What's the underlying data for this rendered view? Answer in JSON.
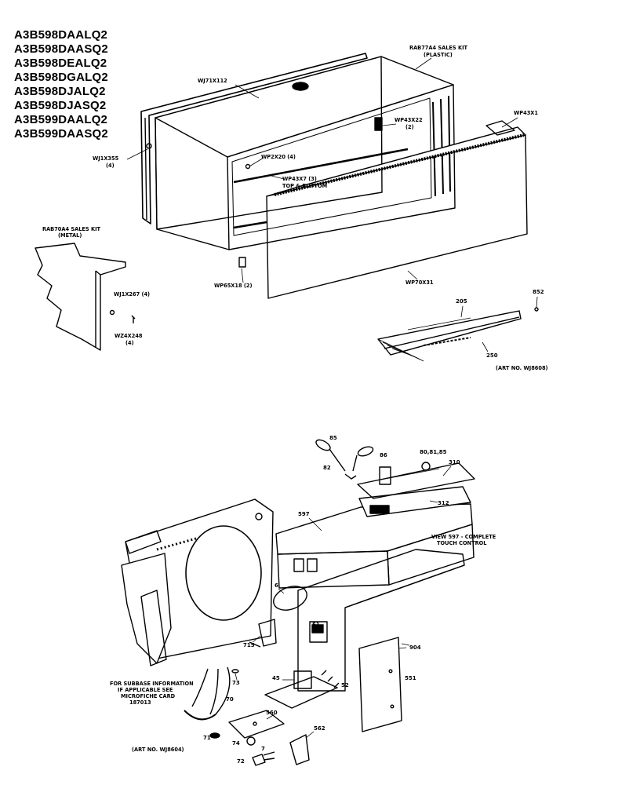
{
  "models": [
    "A3B598DAALQ2",
    "A3B598DAASQ2",
    "A3B598DEALQ2",
    "A3B598DGALQ2",
    "A3B598DJALQ2",
    "A3B598DJASQ2",
    "A3B599DAALQ2",
    "A3B599DAASQ2"
  ],
  "top_labels": {
    "sales_kit_plastic_1": "RAB77A4 SALES KIT",
    "sales_kit_plastic_2": "(PLASTIC)",
    "wj71": "WJ71X112",
    "wp43x1": "WP43X1",
    "wp43x22_1": "WP43X22",
    "wp43x22_2": "(2)",
    "wj1x355_1": "WJ1X355",
    "wj1x355_2": "(4)",
    "wp2x20": "WP2X20 (4)",
    "wp43x7_1": "WP43X7 (3)",
    "wp43x7_2": "TOP & BOTTOM",
    "sales_kit_metal_1": "RAB70A4 SALES KIT",
    "sales_kit_metal_2": "(METAL)",
    "wj1x267": "WJ1X267 (4)",
    "wz4x248_1": "WZ4X248",
    "wz4x248_2": "(4)",
    "wp65x18": "WP65X18 (2)",
    "wp70x31": "WP70X31",
    "n852": "852",
    "n205": "205",
    "n250": "250",
    "art_top": "(ART NO. WJ8608)"
  },
  "bottom_labels": {
    "n85": "85",
    "n86": "86",
    "n82": "82",
    "n8185": "80,81,85",
    "n310": "310",
    "n597": "597",
    "n312": "312",
    "view_1": "VIEW 597 - COMPLETE",
    "view_2": "TOUCH CONTROL",
    "n6": "6",
    "n715": "715",
    "n51": "51",
    "n904": "904",
    "n551": "551",
    "n45": "45",
    "n52": "52",
    "n73": "73",
    "n70": "70",
    "n560": "560",
    "n71": "71",
    "n74": "74",
    "n562": "562",
    "n7": "7",
    "n72": "72",
    "subbase_1": "FOR SUBBASE INFORMATION",
    "subbase_2": "IF APPLICABLE SEE",
    "subbase_3": "MICROFICHE CARD",
    "subbase_4": "187013",
    "art_bottom": "(ART NO. WJ8604)"
  }
}
